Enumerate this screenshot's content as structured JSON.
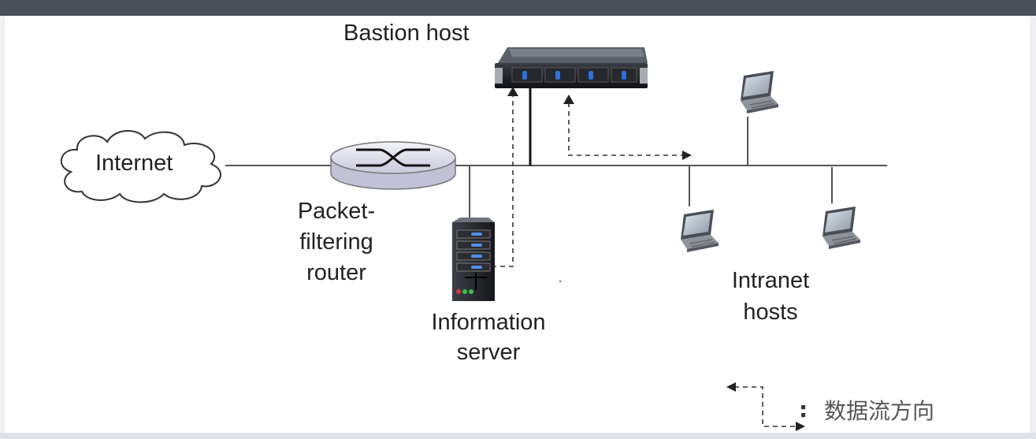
{
  "labels": {
    "bastion_host": "Bastion host",
    "internet": "Internet",
    "router_line1": "Packet-",
    "router_line2": "filtering",
    "router_line3": "router",
    "info_line1": "Information",
    "info_line2": "server",
    "intranet_line1": "Intranet",
    "intranet_line2": "hosts"
  },
  "legend": {
    "colon": ":",
    "text": "数据流方向"
  },
  "colors": {
    "topbar": "#4b4f58",
    "line": "#555555",
    "server_led": "#2f6fd6"
  },
  "icons": [
    "cloud-icon",
    "router-icon",
    "rack-server-icon",
    "tower-server-icon",
    "laptop-icon"
  ]
}
